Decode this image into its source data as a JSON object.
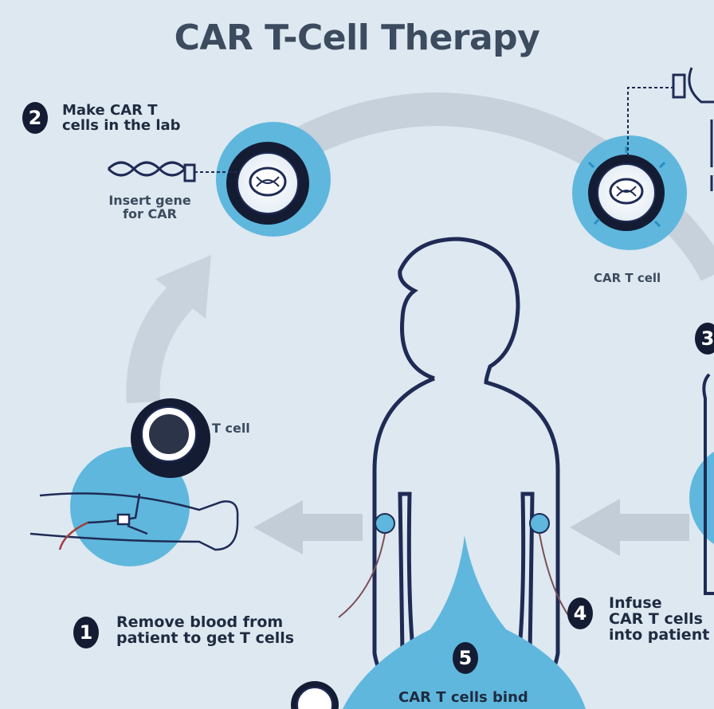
{
  "title": "CAR T-Cell Therapy",
  "steps": [
    {
      "number": "1",
      "label": "Remove blood from\npatient to get T cells"
    },
    {
      "number": "2",
      "label": "Make CAR T\ncells in the lab"
    },
    {
      "number": "3",
      "label": ""
    },
    {
      "number": "4",
      "label": "Infuse\nCAR T cells\ninto patient"
    },
    {
      "number": "5",
      "label": "CAR T cells bind"
    }
  ],
  "labels": {
    "insert_gene": "Insert gene\nfor CAR",
    "t_cell": "T cell",
    "car_t_cell": "CAR T cell"
  },
  "colors": {
    "background": "#dde8f1",
    "accent_blue": "#5fb7dd",
    "dark_navy": "#141c33",
    "outline": "#1f2b55",
    "arrow_gray": "#c2cdd8"
  },
  "icons": [
    "dna-icon",
    "t-cell-icon",
    "car-t-cell-icon",
    "arm-iv-icon",
    "body-outline",
    "cancer-cell-icon"
  ]
}
